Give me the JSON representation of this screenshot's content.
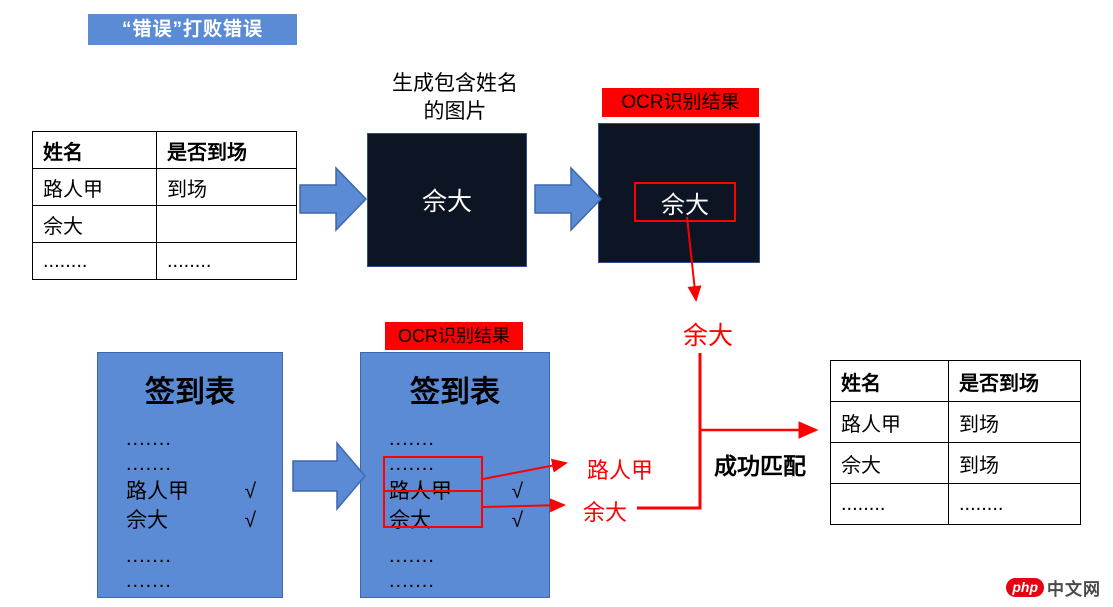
{
  "title_badge": "“错误”打败错误",
  "caption": {
    "line1": "生成包含姓名",
    "line2": "的图片"
  },
  "ocr_label": "OCR识别结果",
  "left_table": {
    "headers": [
      "姓名",
      "是否到场"
    ],
    "rows": [
      [
        "路人甲",
        "到场"
      ],
      [
        "佘大",
        ""
      ],
      [
        "........",
        "........"
      ]
    ]
  },
  "right_table": {
    "headers": [
      "姓名",
      "是否到场"
    ],
    "rows": [
      [
        "路人甲",
        "到场"
      ],
      [
        "佘大",
        "到场"
      ],
      [
        "........",
        "........"
      ]
    ],
    "highlighted_cell": "到场"
  },
  "image_box1_text": "佘大",
  "image_box2_text": "佘大",
  "ocr_result_top": "余大",
  "signin_panel": {
    "title": "签到表",
    "dots": ".......",
    "entries": [
      {
        "name": "路人甲",
        "check": "√"
      },
      {
        "name": "佘大",
        "check": "√"
      }
    ]
  },
  "ocr_side_results": {
    "first": "路人甲",
    "second": "余大"
  },
  "match_label": "成功匹配",
  "watermark": {
    "php": "php",
    "cn": "中文网"
  },
  "colors": {
    "accent_blue": "#5B8BD5",
    "panel_border_blue": "#3E68AE",
    "dark_image_box": "#0D1524",
    "highlight_red": "#FF0000",
    "watermark_red": "#E60012"
  }
}
